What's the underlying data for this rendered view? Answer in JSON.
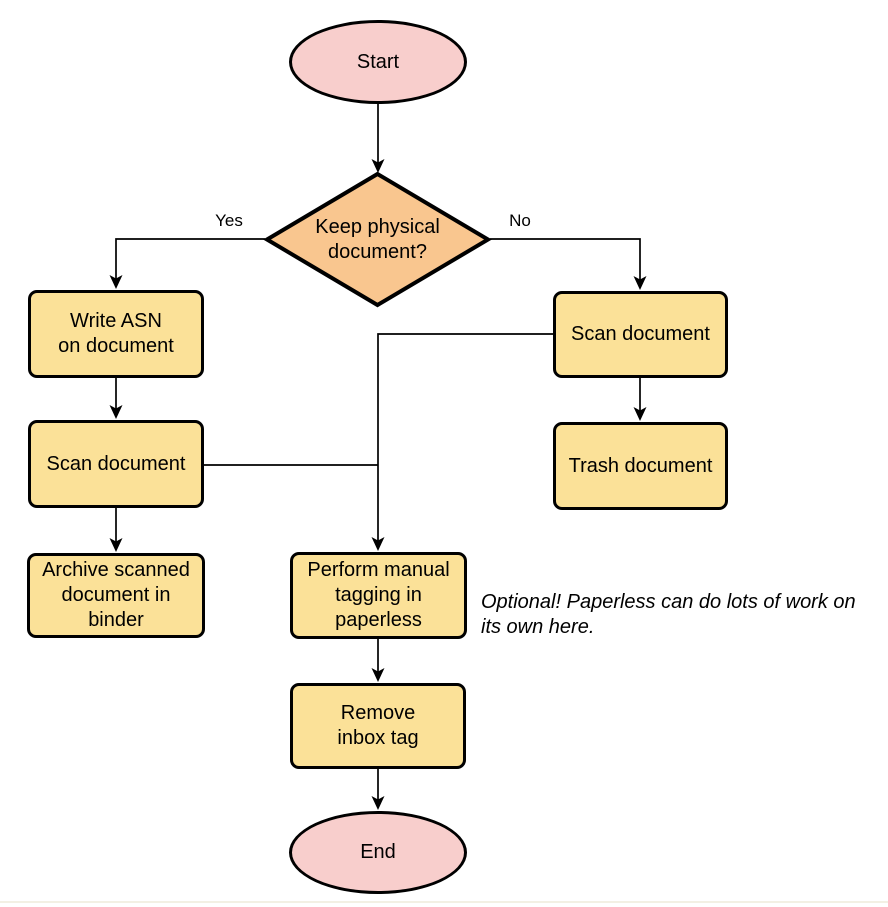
{
  "diagram": {
    "colors": {
      "terminator_fill": "#F8CECC",
      "decision_fill": "#F9C68F",
      "process_fill": "#FBE198",
      "stroke": "#000000",
      "background": "#FFFFFF"
    },
    "nodes": {
      "start": {
        "type": "terminator",
        "label": "Start"
      },
      "decision": {
        "type": "decision",
        "label": "Keep physical\ndocument?"
      },
      "write_asn": {
        "type": "process",
        "label": "Write ASN\non document"
      },
      "scan_left": {
        "type": "process",
        "label": "Scan document"
      },
      "archive": {
        "type": "process",
        "label": "Archive scanned\ndocument in\nbinder"
      },
      "scan_right": {
        "type": "process",
        "label": "Scan document"
      },
      "trash": {
        "type": "process",
        "label": "Trash document"
      },
      "tagging": {
        "type": "process",
        "label": "Perform manual\ntagging in\npaperless"
      },
      "remove_inbox": {
        "type": "process",
        "label": "Remove\ninbox tag"
      },
      "end": {
        "type": "terminator",
        "label": "End"
      }
    },
    "edge_labels": {
      "yes": "Yes",
      "no": "No"
    },
    "edges": [
      {
        "from": "start",
        "to": "decision",
        "label": ""
      },
      {
        "from": "decision",
        "to": "write_asn",
        "label": "Yes"
      },
      {
        "from": "decision",
        "to": "scan_right",
        "label": "No"
      },
      {
        "from": "write_asn",
        "to": "scan_left",
        "label": ""
      },
      {
        "from": "scan_left",
        "to": "archive",
        "label": ""
      },
      {
        "from": "scan_left",
        "to": "tagging",
        "label": ""
      },
      {
        "from": "scan_right",
        "to": "trash",
        "label": ""
      },
      {
        "from": "scan_right",
        "to": "tagging",
        "label": ""
      },
      {
        "from": "tagging",
        "to": "remove_inbox",
        "label": ""
      },
      {
        "from": "remove_inbox",
        "to": "end",
        "label": ""
      }
    ],
    "annotation": "Optional! Paperless can do lots of work on\nits own here."
  }
}
